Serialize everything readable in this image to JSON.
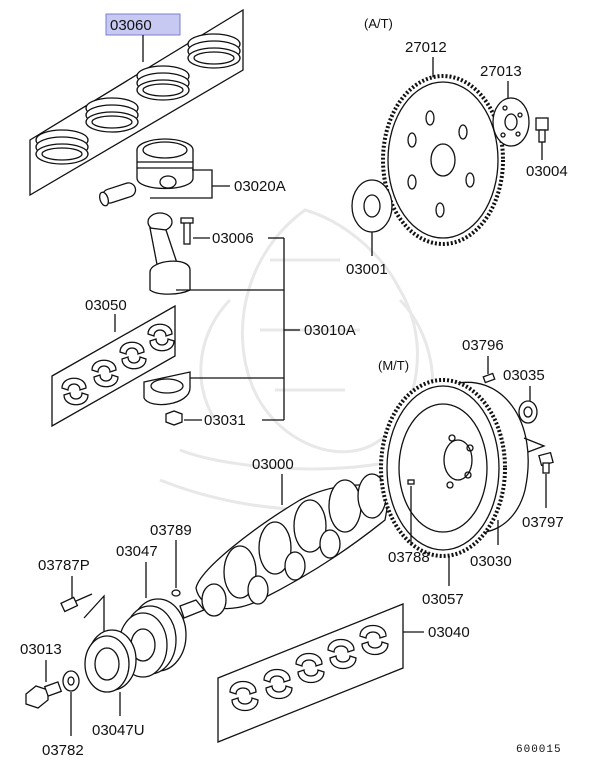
{
  "watermark": "samurai-emblem",
  "highlight_color": "#c7c9f2",
  "section_labels": {
    "automatic": "(A/T)",
    "manual": "(M/T)"
  },
  "parts": {
    "piston_ring_set": "03060",
    "piston": "03020A",
    "rod_bolt": "03006",
    "connecting_rod_assy": "03010A",
    "rod_bearing_set": "03050",
    "rod_nut": "03031",
    "crankshaft": "03000",
    "sensing_plate_pin": "03789",
    "crank_pulley": "03047",
    "pulley_bolt": "03787P",
    "damper_pulley": "03047U",
    "crank_bolt": "03013",
    "washer": "03782",
    "main_bearing_set": "03040",
    "drive_plate": "27012",
    "adapter_plate": "27013",
    "drive_plate_bolt": "03004",
    "crank_adapter": "03001",
    "dowel_pin_mt": "03796",
    "pilot_bearing": "03035",
    "flywheel_bolt": "03797",
    "flywheel_pin": "03788",
    "flywheel_assy": "03030",
    "ring_gear": "03057"
  },
  "diagram_code": "600015"
}
